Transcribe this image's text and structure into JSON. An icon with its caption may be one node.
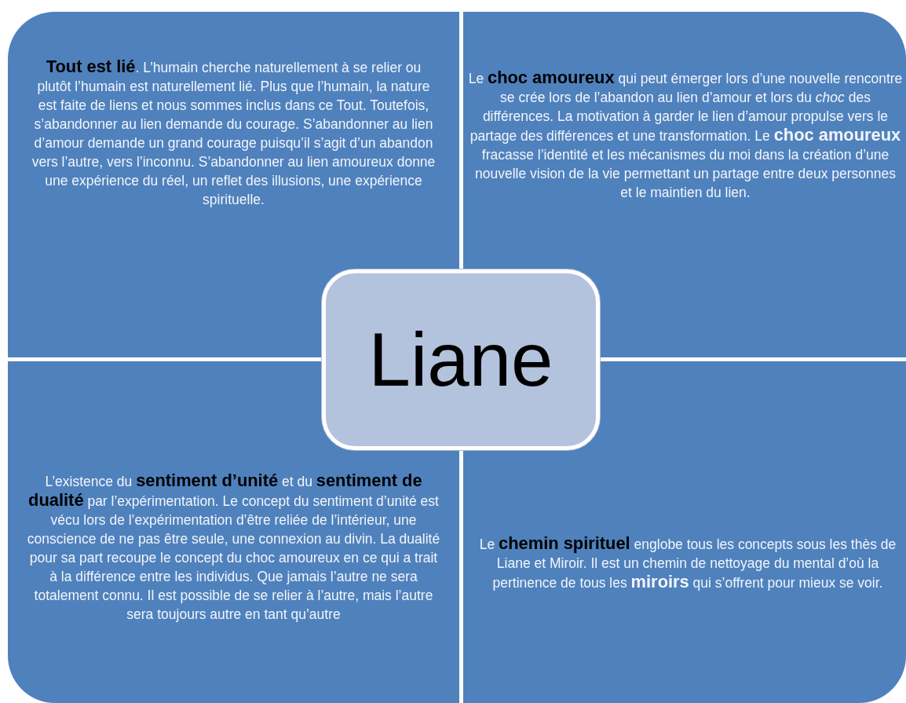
{
  "diagram": {
    "nodes": [
      {
        "text": [
          "**Tout est lié**. L’humain cherche naturellement à se relier ou plutôt l’humain est naturellement lié. Plus que l’humain, la nature est faite de liens et nous sommes inclus dans ce Tout. Toutefois, s’abandonner au lien demande du courage. S’abandonner au lien d’amour demande un grand courage puisqu’il s’agit d’un abandon vers l’autre, vers l’inconnu. S’abandonner au lien amoureux donne une expérience du réel, un reflet des illusions, une expérience spirituelle."
        ]
      },
      {
        "text": [
          "Le **choc amoureux** qui peut émerger lors d’une nouvelle rencontre se crée lors de l’abandon au lien d’amour et lors du *choc* des différences. La motivation à garder le lien d’amour propulse vers le partage des différences et une transformation. Le **choc amoureux** fracasse l’identité et les mécanismes du moi dans la création d’une nouvelle vision de la vie permettant un partage entre deux personnes et le maintien du lien."
        ]
      },
      {
        "text": [
          "Liane"
        ]
      },
      {
        "text": [
          "L’existence du **sentiment d’unité** et du **sentiment de dualité** par l’expérimentation. Le concept du sentiment d’unité est vécu lors de l’expérimentation d’être reliée de l’intérieur, une conscience de ne pas être seule, une connexion au divin. La dualité pour sa part recoupe le concept du choc amoureux en ce qui a trait à la différence entre les individus. Que jamais l’autre ne sera totalement connu. Il est possible de se relier à l’autre, mais l’autre sera toujours autre en tant qu’autre"
        ]
      },
      {
        "text": [
          "Le **chemin spirituel** englobe tous les concepts sous les thès de Liane et Miroir. Il est un chemin de nettoyage du mental d’où la pertinence de tous les **miroirs** qui s’offrent pour mieux se voir."
        ]
      }
    ]
  }
}
